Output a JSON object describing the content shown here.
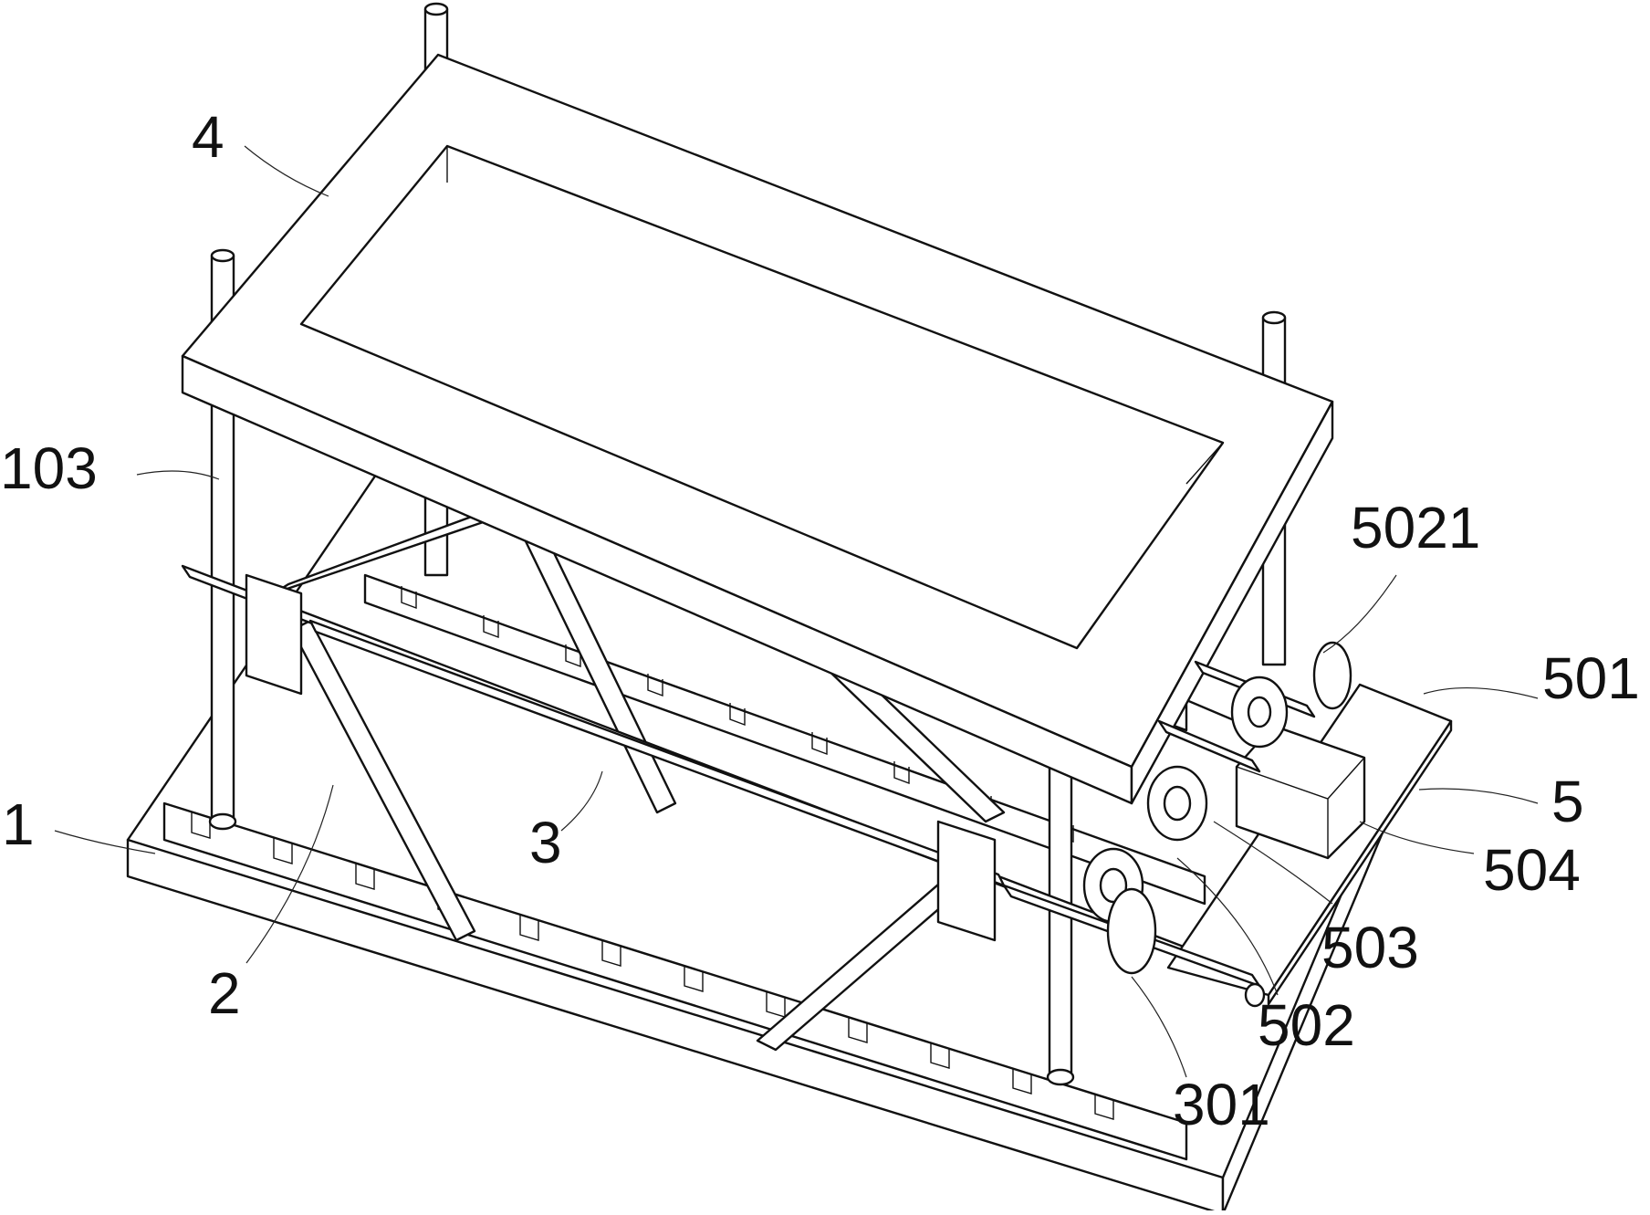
{
  "figure": {
    "labels": {
      "frame_top": "4",
      "guide_column": "103",
      "base": "1",
      "scissor_arm": "2",
      "cross_shaft": "3",
      "hand_wheel": "5021",
      "drive_plate": "501",
      "drive_assembly": "5",
      "motor_box": "504",
      "gear_503": "503",
      "gear_502": "502",
      "shaft_end": "301"
    }
  }
}
